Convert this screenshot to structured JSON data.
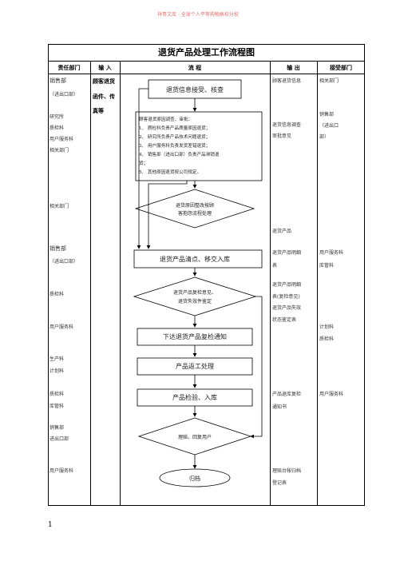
{
  "watermark": "祥哥文库 - 全球个人平等购物高校分校",
  "title": "退货产品处理工作流程图",
  "headers": {
    "dept": "责任部门",
    "input": "输 入",
    "flow": "流 程",
    "output": "输 出",
    "receiver": "接受部门"
  },
  "dept_col": {
    "d1": "销售部",
    "d1b": "（进出口部）",
    "d2": "研究所",
    "d3": "质检科",
    "d4": "用户服务科",
    "d5": "相关部门",
    "d6": "相关部门",
    "d7": "销售部",
    "d7b": "（进出口部）",
    "d8": "质检科",
    "d9": "用户服务科",
    "d10": "生产科",
    "d11": "计划科",
    "d12": "质检科",
    "d13": "库管科",
    "d14": "销售部",
    "d15": "进出口部",
    "d16": "用户服务科"
  },
  "input_col": {
    "l1": "顾客退货",
    "l2": "函件、传",
    "l3": "真等"
  },
  "flow": {
    "box1": "退货信息接受、核查",
    "box2_lines": [
      "顾客退货原因调查、审批：",
      "1、  质检科负责产品质量原因退货；",
      "2、  研究所负责产品技术问题退货；",
      "3、  用户服务科负责发货差错退货；",
      "4、  销售部（进出口部）负责产品滞销退",
      "      货；",
      "5、  其他原因退货按公司规定。"
    ],
    "diamond1_l1": "退货原因整改按顾",
    "diamond1_l2": "客抱怨流程处理",
    "box3": "退货产品清点、移交入库",
    "diamond2_l1": "退货产品复检意见、",
    "diamond2_l2": "退货失效件鉴定",
    "box4": "下达退货产品复检通知",
    "box5": "产品返工处理",
    "box6": "产品检验、入库",
    "diamond3": "理赔、回复用户",
    "terminal": "归档"
  },
  "output_col": {
    "o1": "顾客退货信息",
    "o2": "退货信息调查",
    "o3": "审批意见",
    "o4": "退货产品",
    "o5": "退货产品明细",
    "o6": "表",
    "o7": "退货产品明细",
    "o8": "表(复检意见)",
    "o9": "退货产品失效",
    "o10": "状态鉴定表",
    "o11": "产品退库复检",
    "o12": "通知书",
    "o13": "理赔台帐归档",
    "o14": "登记表"
  },
  "receiver_col": {
    "r1": "相关部门",
    "r2": "销售部",
    "r3": "（进出口",
    "r4": "部）",
    "r5": "用户服务科",
    "r6": "库管科",
    "r7": "计划科",
    "r8": "质检科",
    "r9": "用户服务科"
  },
  "page_number": "1"
}
